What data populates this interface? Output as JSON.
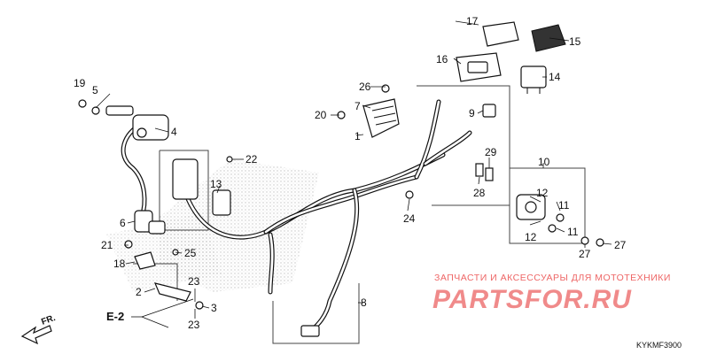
{
  "callouts": {
    "c1": "1",
    "c2": "2",
    "c3": "3",
    "c4": "4",
    "c5": "5",
    "c6": "6",
    "c7": "7",
    "c8": "8",
    "c9": "9",
    "c10": "10",
    "c11a": "11",
    "c11b": "11",
    "c12a": "12",
    "c12b": "12",
    "c13": "13",
    "c14": "14",
    "c15": "15",
    "c16": "16",
    "c17": "17",
    "c18": "18",
    "c19": "19",
    "c20": "20",
    "c21": "21",
    "c22": "22",
    "c23a": "23",
    "c23b": "23",
    "c24": "24",
    "c25": "25",
    "c26": "26",
    "c27a": "27",
    "c27b": "27",
    "c28": "28",
    "c29": "29"
  },
  "section_ref": "E-2",
  "direction_label": "FR.",
  "diagram_code": "KYKMF3900",
  "watermark": {
    "subtitle": "ЗАПЧАСТИ И АКСЕССУАРЫ ДЛЯ МОТОТЕХНИКИ",
    "brand": "PARTSFOR.RU"
  },
  "colors": {
    "line": "#111111",
    "watermark": "#f08a8a",
    "stipple": "#bbbbbb"
  }
}
